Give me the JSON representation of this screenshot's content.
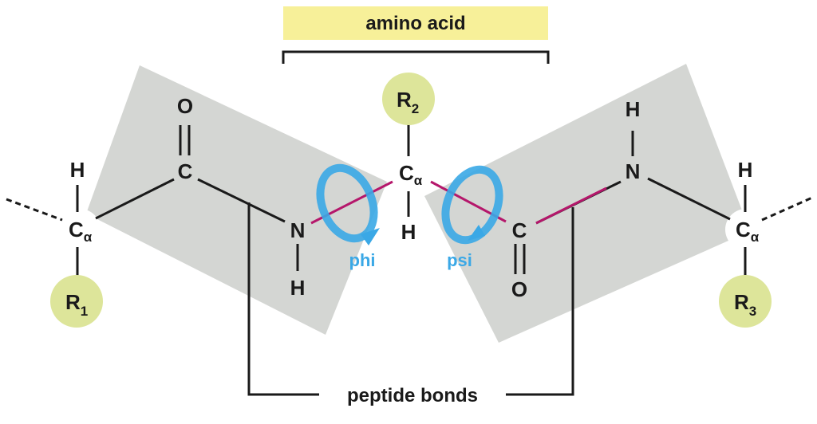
{
  "title": "amino acid",
  "bottom_label": "peptide bonds",
  "atoms": {
    "c_alpha": "C",
    "alpha": "α",
    "carbon": "C",
    "nitrogen": "N",
    "oxygen": "O",
    "hydrogen": "H",
    "r": "R"
  },
  "r_groups": {
    "r1_sub": "1",
    "r2_sub": "2",
    "r3_sub": "3"
  },
  "angles": {
    "phi": "phi",
    "psi": "psi"
  },
  "colors": {
    "plane": "#d4d6d3",
    "r_group": "#dde59a",
    "title_bg": "#f7f099",
    "phi_psi_bond": "#b5176b",
    "rotation_arrow": "#3aa8e6",
    "bond": "#1a1a1a"
  }
}
